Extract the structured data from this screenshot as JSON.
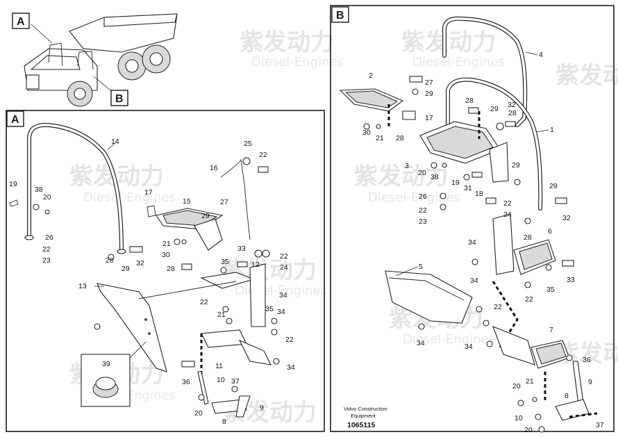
{
  "watermark": {
    "brand": "紫发动力",
    "sub": "Diesel-Engines"
  },
  "panels": {
    "overview": {
      "label_a": "A",
      "label_b": "B"
    },
    "a": {
      "label": "A"
    },
    "b": {
      "label": "B"
    }
  },
  "callouts_a": [
    "14",
    "19",
    "38",
    "20",
    "26",
    "22",
    "23",
    "28",
    "29",
    "32",
    "25",
    "22",
    "16",
    "17",
    "15",
    "27",
    "29",
    "21",
    "30",
    "33",
    "12",
    "35",
    "22",
    "24",
    "28",
    "13",
    "34",
    "22",
    "21",
    "35",
    "34",
    "39",
    "22",
    "11",
    "34",
    "36",
    "10",
    "37",
    "9",
    "20",
    "8"
  ],
  "callouts_b": [
    "4",
    "2",
    "27",
    "29",
    "17",
    "28",
    "30",
    "21",
    "28",
    "3",
    "1",
    "29",
    "32",
    "28",
    "20",
    "38",
    "19",
    "31",
    "18",
    "29",
    "26",
    "22",
    "23",
    "22",
    "24",
    "29",
    "32",
    "6",
    "28",
    "34",
    "5",
    "34",
    "35",
    "33",
    "22",
    "22",
    "34",
    "34",
    "7",
    "36",
    "9",
    "20",
    "21",
    "10",
    "8",
    "37",
    "20"
  ],
  "footer": {
    "company": "Volvo Construction",
    "division": "Equipment",
    "doc_id": "1065115"
  }
}
